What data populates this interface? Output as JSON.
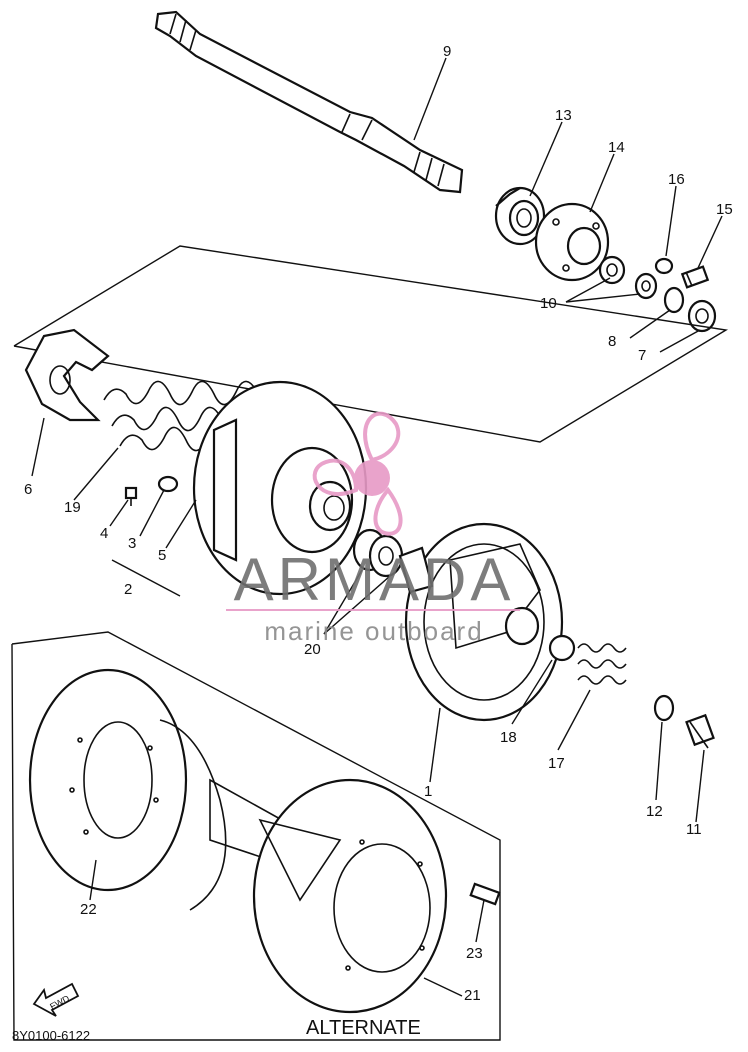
{
  "part_labels": [
    {
      "id": "1",
      "text": "1"
    },
    {
      "id": "2",
      "text": "2"
    },
    {
      "id": "3",
      "text": "3"
    },
    {
      "id": "4",
      "text": "4"
    },
    {
      "id": "5",
      "text": "5"
    },
    {
      "id": "6",
      "text": "6"
    },
    {
      "id": "7",
      "text": "7"
    },
    {
      "id": "8",
      "text": "8"
    },
    {
      "id": "9",
      "text": "9"
    },
    {
      "id": "10",
      "text": "10"
    },
    {
      "id": "11",
      "text": "11"
    },
    {
      "id": "12",
      "text": "12"
    },
    {
      "id": "13",
      "text": "13"
    },
    {
      "id": "14",
      "text": "14"
    },
    {
      "id": "15",
      "text": "15"
    },
    {
      "id": "16",
      "text": "16"
    },
    {
      "id": "17",
      "text": "17"
    },
    {
      "id": "18",
      "text": "18"
    },
    {
      "id": "19",
      "text": "19"
    },
    {
      "id": "20",
      "text": "20"
    },
    {
      "id": "21",
      "text": "21"
    },
    {
      "id": "22",
      "text": "22"
    },
    {
      "id": "23",
      "text": "23"
    }
  ],
  "alternate_label": "ALTERNATE",
  "fwd_label": "FWD",
  "drawing_number": "8Y0100-6122",
  "watermark": {
    "brand": "ARMADA",
    "tagline": "marine outboard"
  },
  "colors": {
    "line": "#111111",
    "watermark_pink": "#e79ac6",
    "watermark_gray": "#6f6f6f"
  }
}
